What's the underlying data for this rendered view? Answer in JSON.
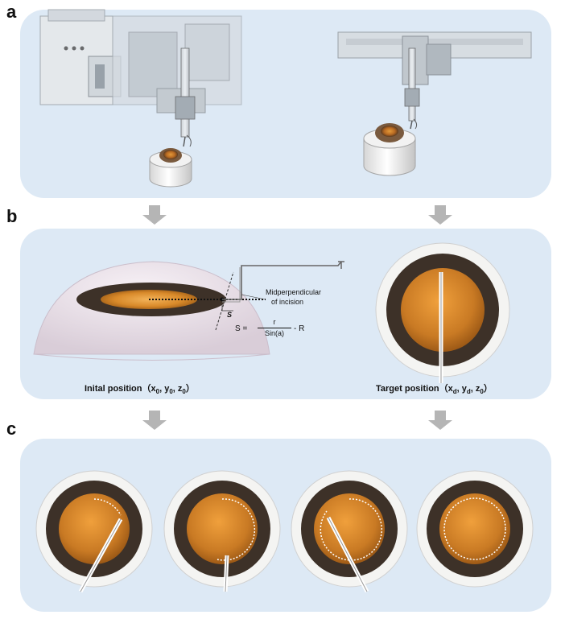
{
  "panels": {
    "a": {
      "label": "a"
    },
    "b": {
      "label": "b"
    },
    "c": {
      "label": "c"
    }
  },
  "panel_b": {
    "annotation_line1": "Midperpendicular",
    "annotation_line2": "of incision",
    "s_label": "S",
    "formula": {
      "lhs": "S =",
      "numerator": "r",
      "denominator": "Sin(a)",
      "rhs": "- R"
    },
    "initial_caption": {
      "prefix": "Inital position（x",
      "s1": "0",
      "mid1": ", y",
      "s2": "0",
      "mid2": ", z",
      "s3": "0",
      "suffix": "）"
    },
    "target_caption": {
      "prefix": "Target position（x",
      "s1": "d",
      "mid1": ", y",
      "s2": "d",
      "mid2": ", z",
      "s3": "0",
      "suffix": "）"
    }
  },
  "colors": {
    "panel_bg": "#dde9f5",
    "arrow": "#b5b5b5",
    "iris_dark": "#3d3128",
    "lens_orange": "#d98a2a"
  }
}
